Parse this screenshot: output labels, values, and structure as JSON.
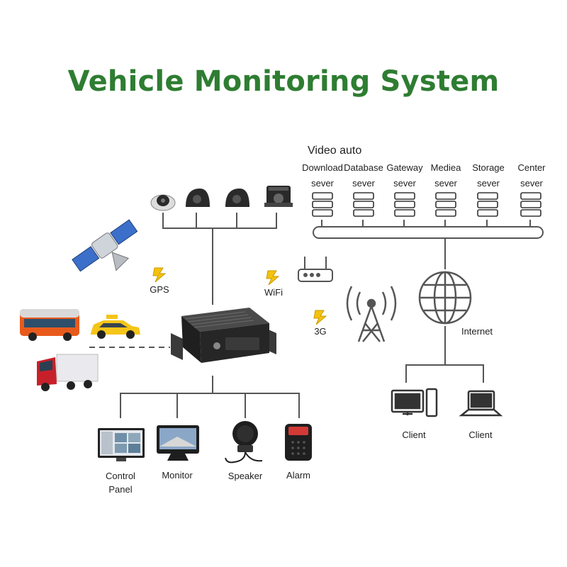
{
  "title": "Vehicle Monitoring System",
  "servers": {
    "header": "Video auto",
    "items": [
      {
        "name": "Download",
        "sub": "sever"
      },
      {
        "name": "Database",
        "sub": "sever"
      },
      {
        "name": "Gateway",
        "sub": "sever"
      },
      {
        "name": "Mediea",
        "sub": "sever"
      },
      {
        "name": "Storage",
        "sub": "sever"
      },
      {
        "name": "Center",
        "sub": "sever"
      }
    ]
  },
  "links": {
    "gps": "GPS",
    "wifi": "WiFi",
    "cellular": "3G",
    "internet": "Internet"
  },
  "clients": [
    "Client",
    "Client"
  ],
  "peripherals": {
    "control_panel": [
      "Control",
      "Panel"
    ],
    "monitor": "Monitor",
    "speaker": "Speaker",
    "alarm": "Alarm"
  },
  "colors": {
    "title": "#2e7d32",
    "line": "#555555",
    "lightning": "#f4c20d",
    "device": "#2b2b2b"
  }
}
